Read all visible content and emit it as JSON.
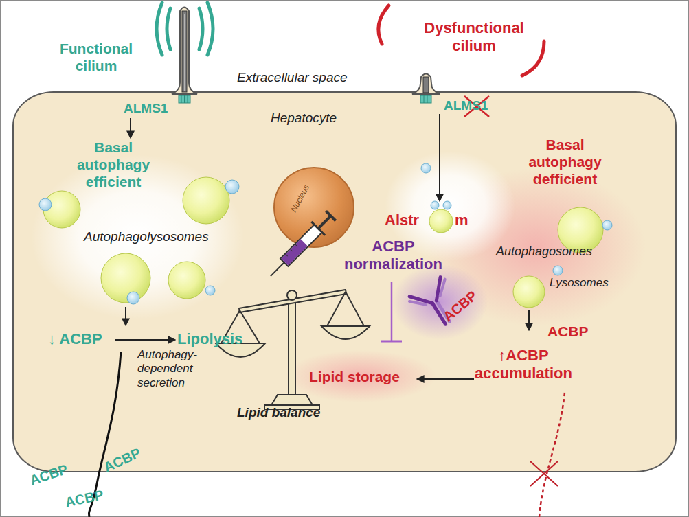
{
  "diagram": {
    "nodes": [
      {
        "text": [
          "Hepatocyte"
        ]
      },
      {
        "text": [
          "Nucleus"
        ],
        "in": 0
      }
    ],
    "labels": [
      "Functional cilium",
      "Dysfunctional cilium",
      "Extracellular space",
      "ALMS1",
      "ALMS1",
      "Basal autophagy efficient",
      "Basal autophagy defficient",
      "Alstr",
      "m",
      "Autophagolysosomes",
      "Autophagosomes",
      "Lysosomes",
      "ACBP normalization",
      "ACBP",
      "ACBP",
      "↓ ACBP",
      "Lipolysis",
      "Autophagy-dependent secretion",
      "Lipid storage",
      "↑ACBP accumulation",
      "Lipid balance",
      "ACBP",
      "ACBP",
      "ACBP"
    ]
  }
}
